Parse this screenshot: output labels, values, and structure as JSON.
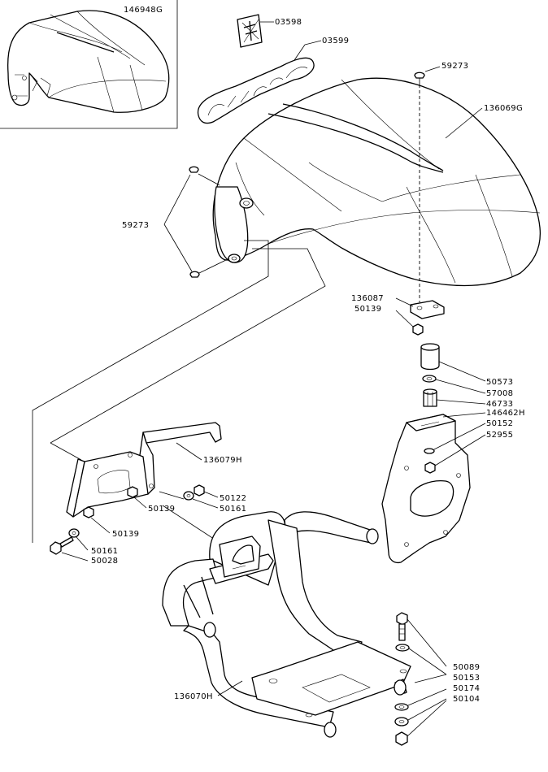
{
  "labels": {
    "l146948G": "146948G",
    "l03598": "03598",
    "l03599": "03599",
    "l59273_top": "59273",
    "l136069G": "136069G",
    "l59273_left": "59273",
    "l136087": "136087",
    "l50139_top": "50139",
    "l50573": "50573",
    "l57008": "57008",
    "l46733": "46733",
    "l146462H": "146462H",
    "l50152": "50152",
    "l52955": "52955",
    "l136079H": "136079H",
    "l50122": "50122",
    "l50161_right": "50161",
    "l50139_mid": "50139",
    "l50139_left": "50139",
    "l50161_left": "50161",
    "l50028": "50028",
    "l50089": "50089",
    "l50153": "50153",
    "l50174": "50174",
    "l50104": "50104",
    "l136070H": "136070H"
  },
  "logo": {
    "emblem_text": "",
    "wordmark_text": ""
  }
}
